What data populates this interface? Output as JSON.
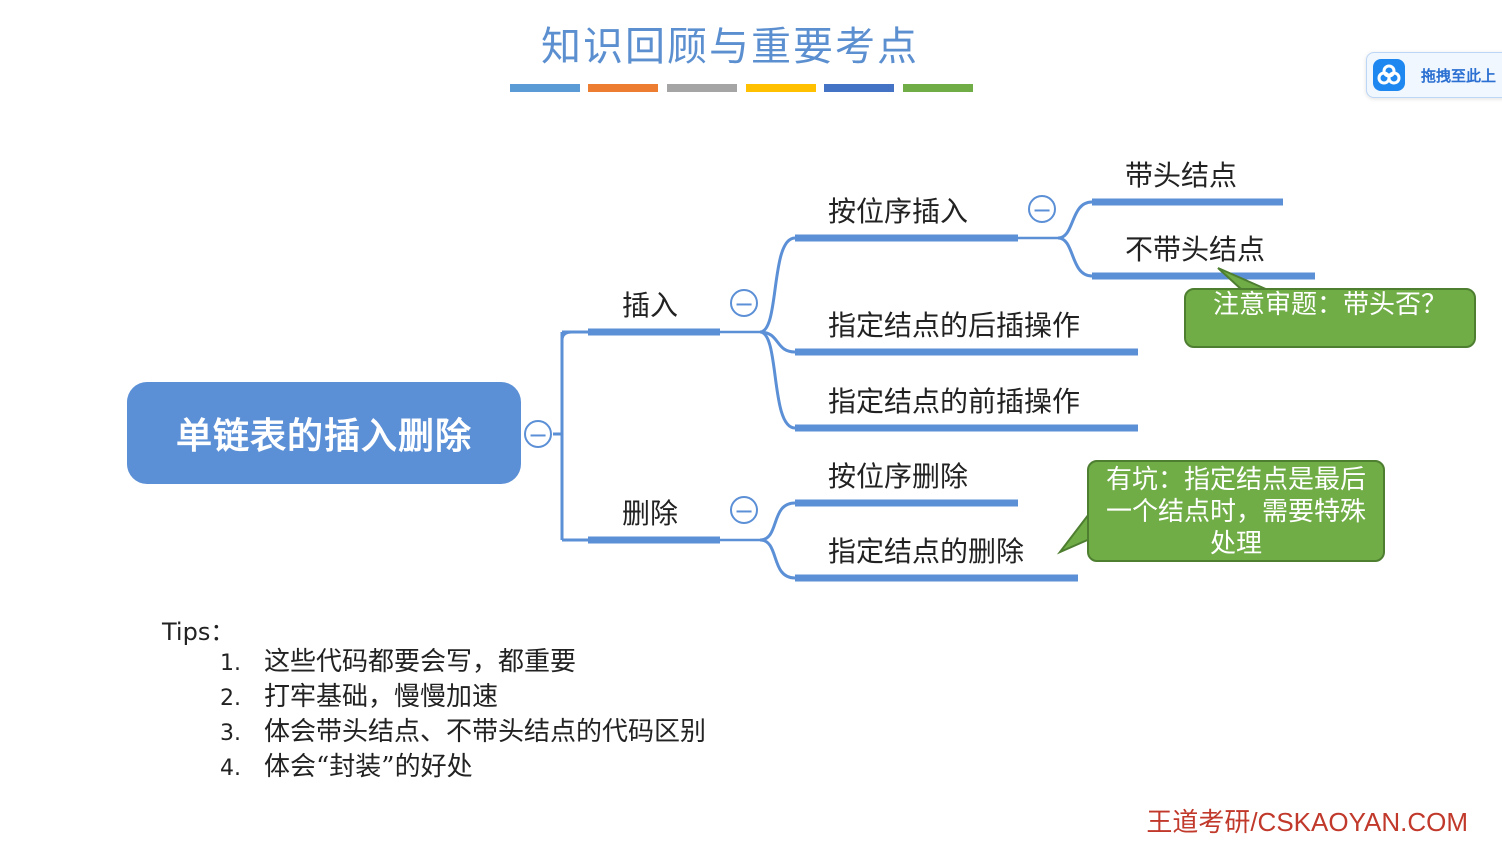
{
  "slide": {
    "title": "知识回顾与重要考点",
    "color_bars": [
      "#5b9bd5",
      "#ed7d31",
      "#a5a5a5",
      "#ffc000",
      "#4472c4",
      "#70ad47"
    ]
  },
  "upload_button": {
    "label": "拖拽至此上"
  },
  "mindmap": {
    "root": "单链表的插入删除",
    "insert": {
      "label": "插入",
      "by_position": {
        "label": "按位序插入",
        "with_head": "带头结点",
        "without_head": "不带头结点"
      },
      "after_node": "指定结点的后插操作",
      "before_node": "指定结点的前插操作"
    },
    "delete": {
      "label": "删除",
      "by_position": "按位序删除",
      "given_node": "指定结点的删除"
    },
    "collapse_symbol": "−"
  },
  "callouts": {
    "head_note": "注意审题：带头否？",
    "delete_note": "有坑：指定结点是最后一个结点时，需要特殊处理"
  },
  "tips": {
    "title": "Tips：",
    "items": [
      {
        "num": "1.",
        "text": "这些代码都要会写，都重要"
      },
      {
        "num": "2.",
        "text": "打牢基础，慢慢加速"
      },
      {
        "num": "3.",
        "text": "体会带头结点、不带头结点的代码区别"
      },
      {
        "num": "4.",
        "text": "体会“封装”的好处"
      }
    ]
  },
  "brand": "王道考研/CSKAOYAN.COM",
  "colors": {
    "branch_line": "#5b8fd6",
    "root_fill": "#5b8fd6",
    "callout_fill": "#70ad47",
    "brand_text": "#c0392b"
  }
}
